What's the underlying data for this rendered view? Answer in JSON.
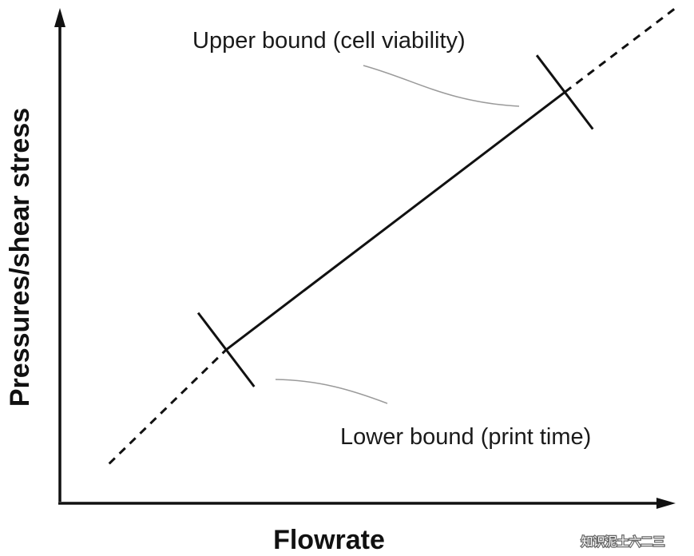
{
  "chart_data": {
    "type": "line",
    "title": "",
    "xlabel": "Flowrate",
    "ylabel": "Pressures/shear stress",
    "x_ticks": [],
    "y_ticks": [],
    "grid": false,
    "legend": "none",
    "series": [
      {
        "name": "",
        "style": "solid with dashed extrapolation at both ends",
        "x": [
          0.08,
          0.27,
          0.82,
          1.0
        ],
        "y": [
          0.08,
          0.31,
          0.83,
          1.0
        ]
      }
    ],
    "bounds": [
      {
        "label": "Lower bound (print time)",
        "x": 0.27,
        "y": 0.31
      },
      {
        "label": "Upper bound (cell viability)",
        "x": 0.82,
        "y": 0.83
      }
    ],
    "colors": {
      "line": "#111111",
      "axis": "#111111",
      "leader": "#9a9a9a"
    }
  },
  "watermark": "知识泥土六二三"
}
